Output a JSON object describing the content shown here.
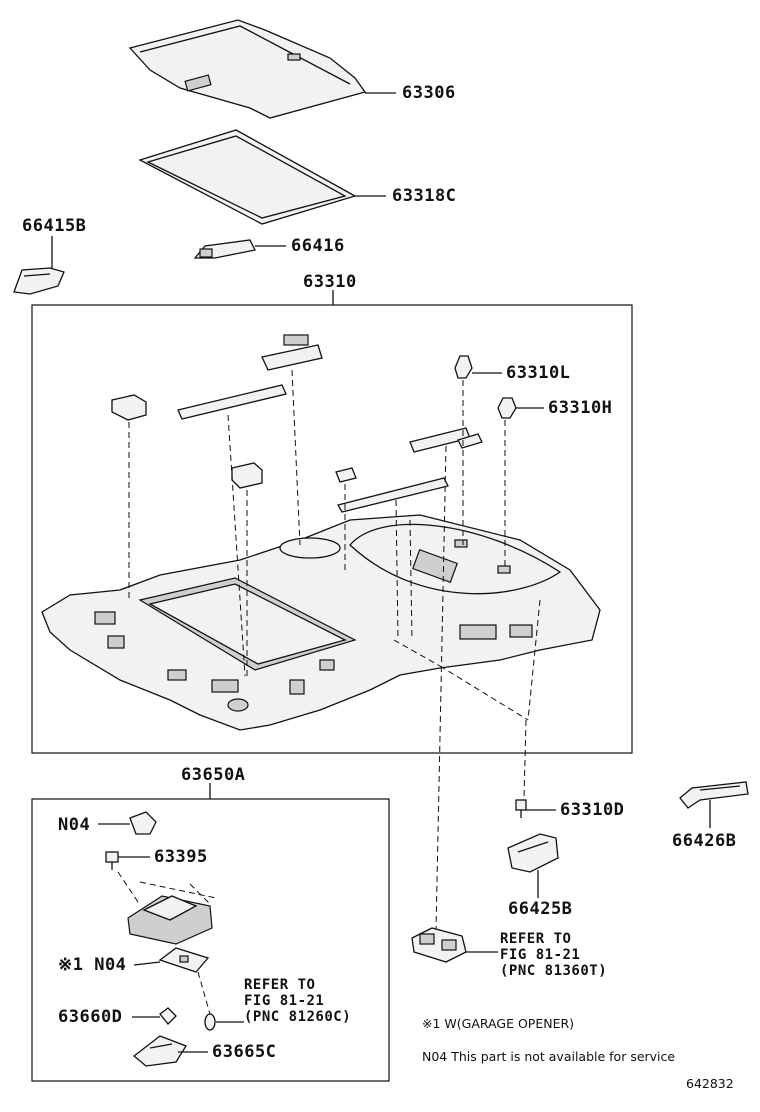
{
  "parts": {
    "p63306": "63306",
    "p63318C": "63318C",
    "p66415B": "66415B",
    "p66416": "66416",
    "p63310": "63310",
    "p63310L": "63310L",
    "p63310H": "63310H",
    "p63650A": "63650A",
    "p63310D": "63310D",
    "p66426B": "66426B",
    "pN04a": "N04",
    "p63395": "63395",
    "p66425B": "66425B",
    "pN04b": "※1 N04",
    "p63660D": "63660D",
    "p63665C": "63665C"
  },
  "refs": {
    "ref1_line1": "REFER TO",
    "ref1_line2": "FIG 81-21",
    "ref1_line3": "(PNC 81360T)",
    "ref2_line1": "REFER TO",
    "ref2_line2": "FIG 81-21",
    "ref2_line3": "(PNC 81260C)"
  },
  "notes": {
    "note1": "※1 W(GARAGE OPENER)",
    "note2": "N04 This part is not available for service"
  },
  "figure_id": "642832",
  "colors": {
    "line": "#111111",
    "fill": "#f2f2f2",
    "shade": "#cfcfcf"
  }
}
